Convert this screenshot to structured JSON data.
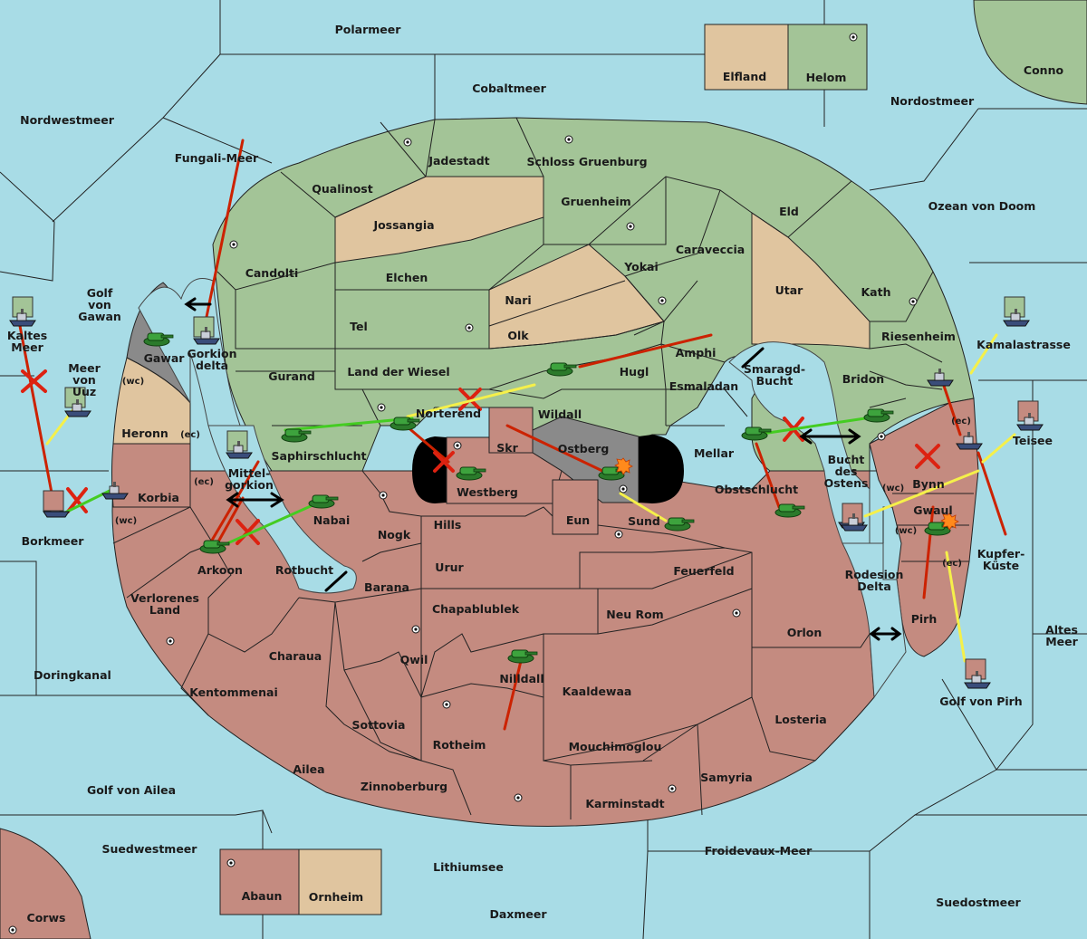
{
  "colors": {
    "sea": "#a8dce6",
    "power_green": "#a3c497",
    "power_red": "#c48b80",
    "neutral": "#e0c59f",
    "impassable": "#8a8a8a",
    "order_hold": "#cc2200",
    "order_support": "#f5f04a",
    "order_move": "#44cc22",
    "order_convoy": "#000000"
  },
  "sea_labels": {
    "polarmeer": "Polarmeer",
    "cobaltmeer": "Cobaltmeer",
    "nordostmeer": "Nordostmeer",
    "nordwestmeer": "Nordwestmeer",
    "fungali": "Fungali-Meer",
    "ozean": "Ozean von Doom",
    "golf_gawan": "Golf von Gawan",
    "kaltes": "Kaltes Meer",
    "meer_uuz": "Meer von Uuz",
    "borkmeer": "Borkmeer",
    "doringkanal": "Doringkanal",
    "golf_ailea": "Golf von Ailea",
    "suedwestmeer": "Suedwestmeer",
    "lithiumsee": "Lithiumsee",
    "daxmeer": "Daxmeer",
    "froidevaux": "Froidevaux-Meer",
    "suedostmeer": "Suedostmeer",
    "golf_pirh": "Golf von Pirh",
    "altes": "Altes Meer",
    "kamala": "Kamalastrasse",
    "kupfer": "Kupfer-Küste",
    "rotbucht": "Rotbucht",
    "smaragd": "Smaragd-Bucht",
    "bucht_ostens": "Bucht des Ostens",
    "rodesion": "Rodesion Delta",
    "mittel": "Mittel-gorkion",
    "gorkion": "Gorkion delta"
  },
  "land_labels": {
    "elfland": "Elfland",
    "helom": "Helom",
    "conno": "Conno",
    "jadestadt": "Jadestadt",
    "schloss": "Schloss Gruenburg",
    "qualinost": "Qualinost",
    "gruenheim": "Gruenheim",
    "jossangia": "Jossangia",
    "eld": "Eld",
    "caraveccia": "Caraveccia",
    "candolti": "Candolti",
    "elchen": "Elchen",
    "yokai": "Yokai",
    "nari": "Nari",
    "utar": "Utar",
    "kath": "Kath",
    "tel": "Tel",
    "olk": "Olk",
    "amphi": "Amphi",
    "riesenheim": "Riesenheim",
    "gurand": "Gurand",
    "land_wiesel": "Land der Wiesel",
    "hugl": "Hugl",
    "esmaladan": "Esmaladan",
    "bridon": "Bridon",
    "gawar": "Gawar",
    "norterend": "Norterend",
    "wildall": "Wildall",
    "heronn": "Heronn",
    "saphir": "Saphirschlucht",
    "skr": "Skr",
    "ostberg": "Ostberg",
    "mellar": "Mellar",
    "teisee": "Teisee",
    "westberg": "Westberg",
    "korbia": "Korbia",
    "bynn": "Bynn",
    "obst": "Obstschlucht",
    "nabai": "Nabai",
    "gwaul": "Gwaul",
    "hills": "Hills",
    "eun": "Eun",
    "sund": "Sund",
    "nogk": "Nogk",
    "arkoon": "Arkoon",
    "urur": "Urur",
    "feuerfeld": "Feuerfeld",
    "verlorenes": "Verlorenes Land",
    "barana": "Barana",
    "chapa": "Chapablublek",
    "neurom": "Neu Rom",
    "orlon": "Orlon",
    "pirh": "Pirh",
    "charaua": "Charaua",
    "qwil": "Qwil",
    "nilldall": "Nilldall",
    "kentom": "Kentommenai",
    "kaaldewaa": "Kaaldewaa",
    "losteria": "Losteria",
    "sottovia": "Sottovia",
    "rotheim": "Rotheim",
    "mouchi": "Mouchimoglou",
    "ailea": "Ailea",
    "samyria": "Samyria",
    "zinnoberburg": "Zinnoberburg",
    "karminstadt": "Karminstadt",
    "abaun": "Abaun",
    "ornheim": "Ornheim",
    "corws": "Corws"
  },
  "coast_labels": {
    "wc": "(wc)",
    "ec": "(ec)"
  },
  "unit_icons": {
    "army": "tank-icon",
    "fleet": "ship-icon",
    "supply": "supply-center-icon"
  }
}
